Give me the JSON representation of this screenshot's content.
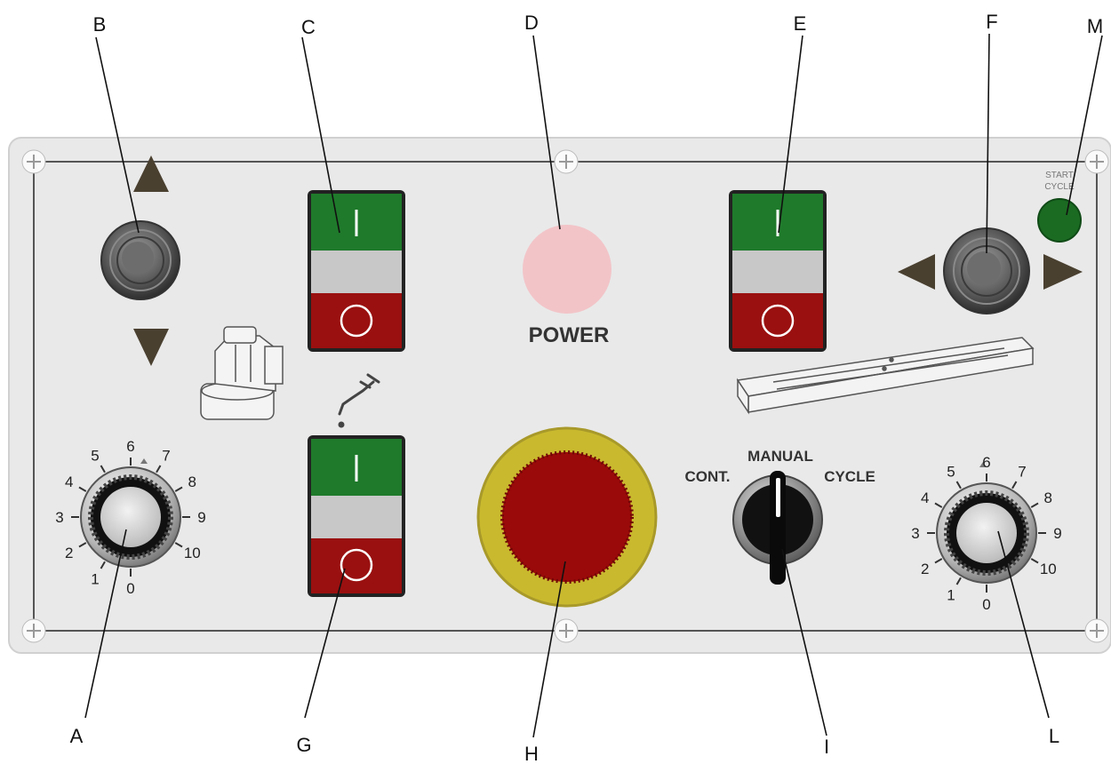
{
  "callouts": {
    "A": "A",
    "B": "B",
    "C": "C",
    "D": "D",
    "E": "E",
    "F": "F",
    "G": "G",
    "H": "H",
    "I": "I",
    "L": "L",
    "M": "M"
  },
  "labels": {
    "power": "POWER",
    "start_cycle_line1": "START",
    "start_cycle_line2": "CYCLE",
    "selector_left": "CONT.",
    "selector_mid": "MANUAL",
    "selector_right": "CYCLE"
  },
  "dial_ticks": [
    "0",
    "1",
    "2",
    "3",
    "4",
    "5",
    "6",
    "7",
    "8",
    "9",
    "10"
  ],
  "switch_symbols": {
    "on": "|",
    "off": "O"
  },
  "colors": {
    "panel": "#e8e8e8",
    "switch_green": "#1f7a2b",
    "switch_red": "#9a1010",
    "power_lamp": "#f2c4c8",
    "estop_red": "#9a0a0a",
    "estop_ring": "#c9b92e",
    "start_cycle": "#1b6b22"
  }
}
